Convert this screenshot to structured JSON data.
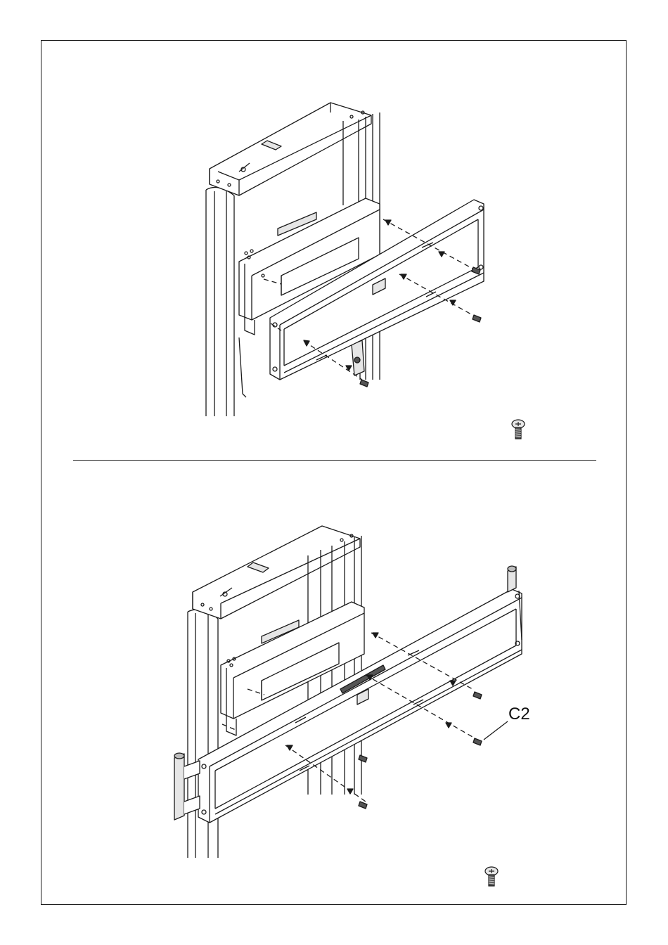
{
  "figures": [
    {
      "id": "step-top",
      "screw_icon": "screw-icon"
    },
    {
      "id": "step-bottom",
      "callout": "C2",
      "screw_icon": "screw-icon"
    }
  ],
  "colors": {
    "line": "#1a1a1a",
    "fill_light": "#e6e6e6",
    "fill_mid": "#bdbdbd",
    "fill_dark": "#555555"
  }
}
